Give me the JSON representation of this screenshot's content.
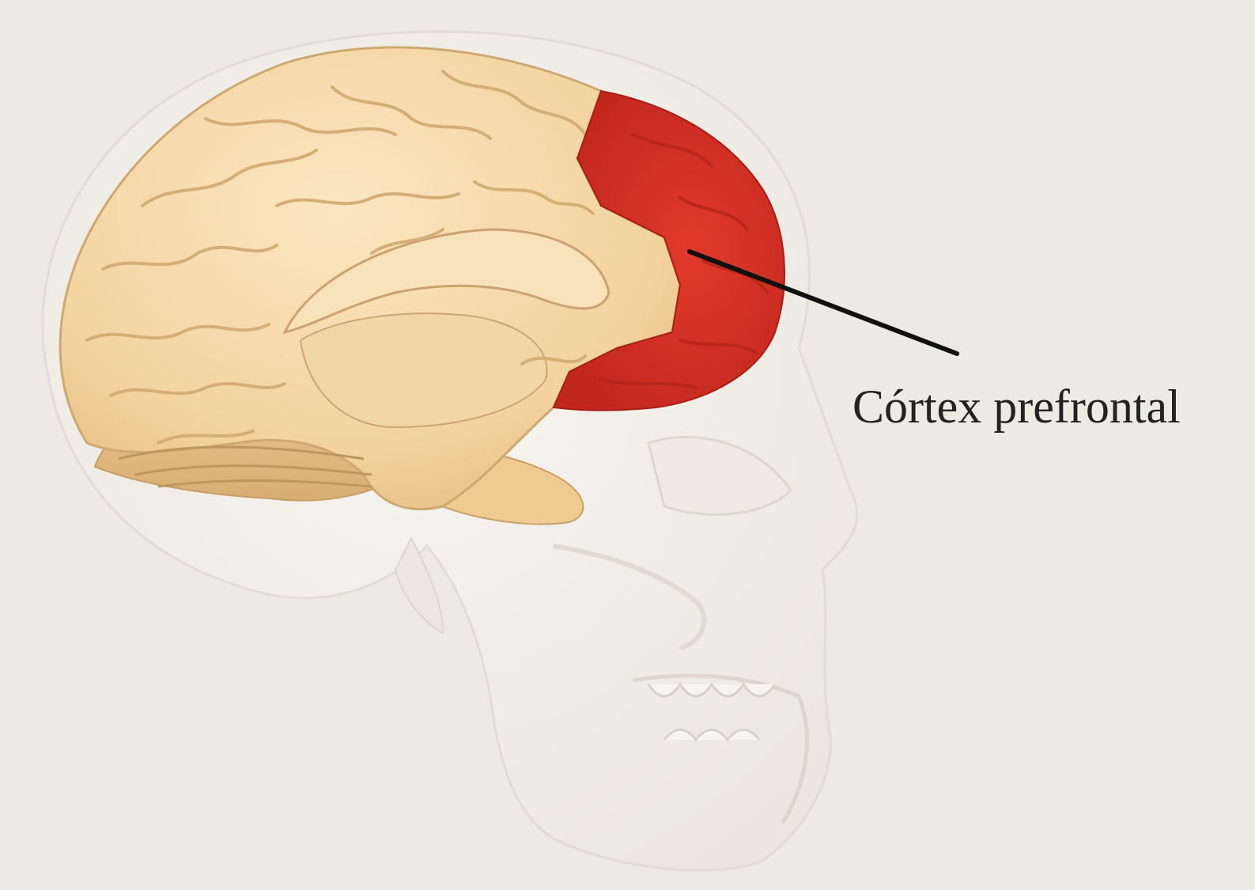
{
  "diagram": {
    "label_text": "Córtex prefrontal",
    "colors": {
      "background": "#ede9e3",
      "skull": "#f4f2ec",
      "skull_shadow": "#e6e2db",
      "brain": "#f6d9a8",
      "brain_fold": "#d9b680",
      "brain_shadow": "#e9c590",
      "prefrontal": "#d93226",
      "prefrontal_dark": "#b8231b",
      "leader_line": "#111111",
      "label": "#222222"
    },
    "icons": {
      "skull": "skull-outline",
      "brain": "brain-sagittal",
      "highlight": "prefrontal-region"
    }
  }
}
